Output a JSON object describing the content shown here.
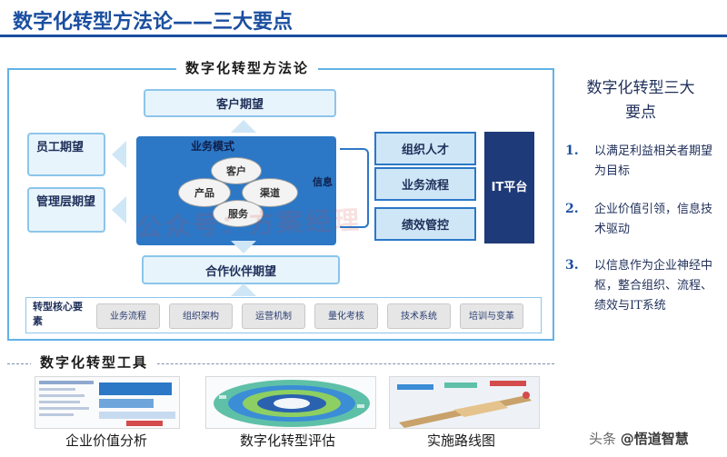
{
  "header": {
    "title": "数字化转型方法论——三大要点"
  },
  "framework": {
    "title": "数字化转型方法论",
    "customer_expectation": "客户期望",
    "employee_expectation": "员工期望",
    "management_expectation": "管理层期望",
    "partner_expectation": "合作伙伴期望",
    "business_model": {
      "label": "业务模式",
      "elements": [
        "客户",
        "产品",
        "渠道",
        "服务"
      ]
    },
    "info_label": "信息",
    "capabilities": [
      "组织人才",
      "业务流程",
      "绩效管控"
    ],
    "it_platform": "IT平台",
    "core_elements": {
      "label": "转型核心要素",
      "items": [
        "业务流程",
        "组织架构",
        "运营机制",
        "量化考核",
        "技术系统",
        "培训与变革"
      ]
    }
  },
  "key_points": {
    "title": "数字化转型三大要点",
    "items": [
      {
        "num": "1.",
        "text": "以满足利益相关者期望为目标"
      },
      {
        "num": "2.",
        "text": "企业价值引领，信息技术驱动"
      },
      {
        "num": "3.",
        "text": "以信息作为企业神经中枢，整合组织、流程、绩效与IT系统"
      }
    ]
  },
  "tools": {
    "title": "数字化转型工具",
    "items": [
      "企业价值分析",
      "数字化转型评估",
      "实施路线图"
    ]
  },
  "watermarks": {
    "center": "公众号：方案经理",
    "corner_prefix": "头条",
    "corner_account": "@悟道智慧"
  },
  "colors": {
    "title_blue": "#1b4fa0",
    "frame_blue": "#62b2e6",
    "biz_blue": "#2c78c6",
    "it_navy": "#1e3a78"
  }
}
